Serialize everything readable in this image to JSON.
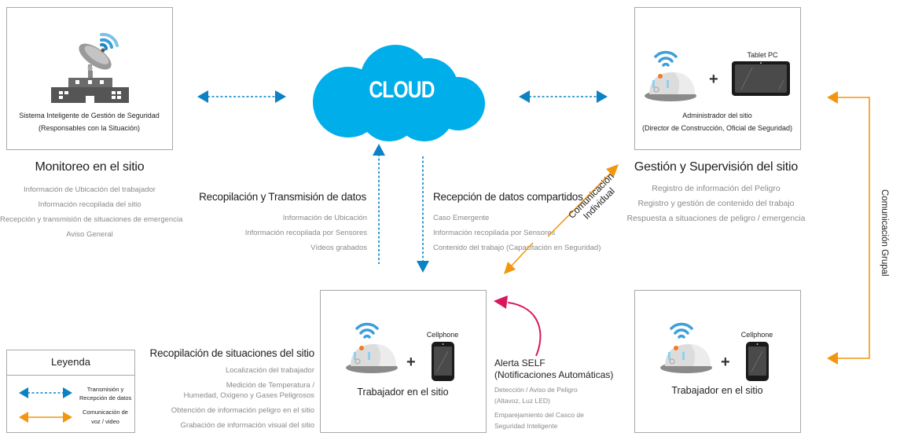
{
  "colors": {
    "data_arrow": "#0a82c4",
    "voice_arrow": "#f3960f",
    "alert_arrow": "#d7185f",
    "cloud": "#00aeea",
    "box_border": "#a8a8a8"
  },
  "cloud": {
    "label": "CLOUD"
  },
  "monitoring": {
    "box_caption_line1": "Sistema Inteligente de Gestión de Seguridad",
    "box_caption_line2": "(Responsables con la Situación)",
    "title": "Monitoreo en el sitio",
    "items": [
      "Información de Ubicación del trabajador",
      "Información recopilada del sitio",
      "Recepción y transmisión de situaciones de emergencia",
      "Aviso General"
    ]
  },
  "management": {
    "device_label": "Tablet PC",
    "box_caption_line1": "Administrador del sitio",
    "box_caption_line2": "(Director de Construcción, Oficial de Seguridad)",
    "title": "Gestión y Supervisión del sitio",
    "items": [
      "Registro de información del Peligro",
      "Registro y gestión de contenido del trabajo",
      "Respuesta a situaciones de peligro / emergencia"
    ]
  },
  "collection_transmission": {
    "title": "Recopilación y Transmisión de datos",
    "items": [
      "Información de Ubicación",
      "Información recopilada por Sensores",
      "Vídeos grabados"
    ]
  },
  "shared_reception": {
    "title": "Recepción de datos compartidos",
    "items": [
      "Caso Emergente",
      "Información recopilada por Sensores",
      "Contenido del trabajo (Capacitación en Seguridad)"
    ]
  },
  "individual_comm": {
    "line1": "Comunicación",
    "line2": "Individual"
  },
  "group_comm": {
    "label": "Comunicación Grupal"
  },
  "worker_center": {
    "device_label": "Cellphone",
    "caption": "Trabajador en el sitio"
  },
  "worker_right": {
    "device_label": "Cellphone",
    "caption": "Trabajador en el sitio"
  },
  "site_collection": {
    "title": "Recopilación de situaciones del sitio",
    "items": [
      "Localización del trabajador",
      "Medición de Temperatura /",
      "Humedad, Oxigeno y Gases Peligrosos",
      "Obtención de información peligro en el sitio",
      "Grabación de información visual del sitio"
    ]
  },
  "self_alert": {
    "title_line1": "Alerta SELF",
    "title_line2": "(Notificaciones Automáticas)",
    "items": [
      "Detección / Aviso de Peligro",
      "(Altavoz, Luz LED)",
      "Emparejamiento del Casco de",
      "Seguridad Inteligente"
    ]
  },
  "legend": {
    "title": "Leyenda",
    "entries": [
      {
        "line1": "Transmisión y",
        "line2": "Recepción de datos"
      },
      {
        "line1": "Comunicación de",
        "line2": "voz / video"
      }
    ]
  },
  "plus_sign": "+"
}
